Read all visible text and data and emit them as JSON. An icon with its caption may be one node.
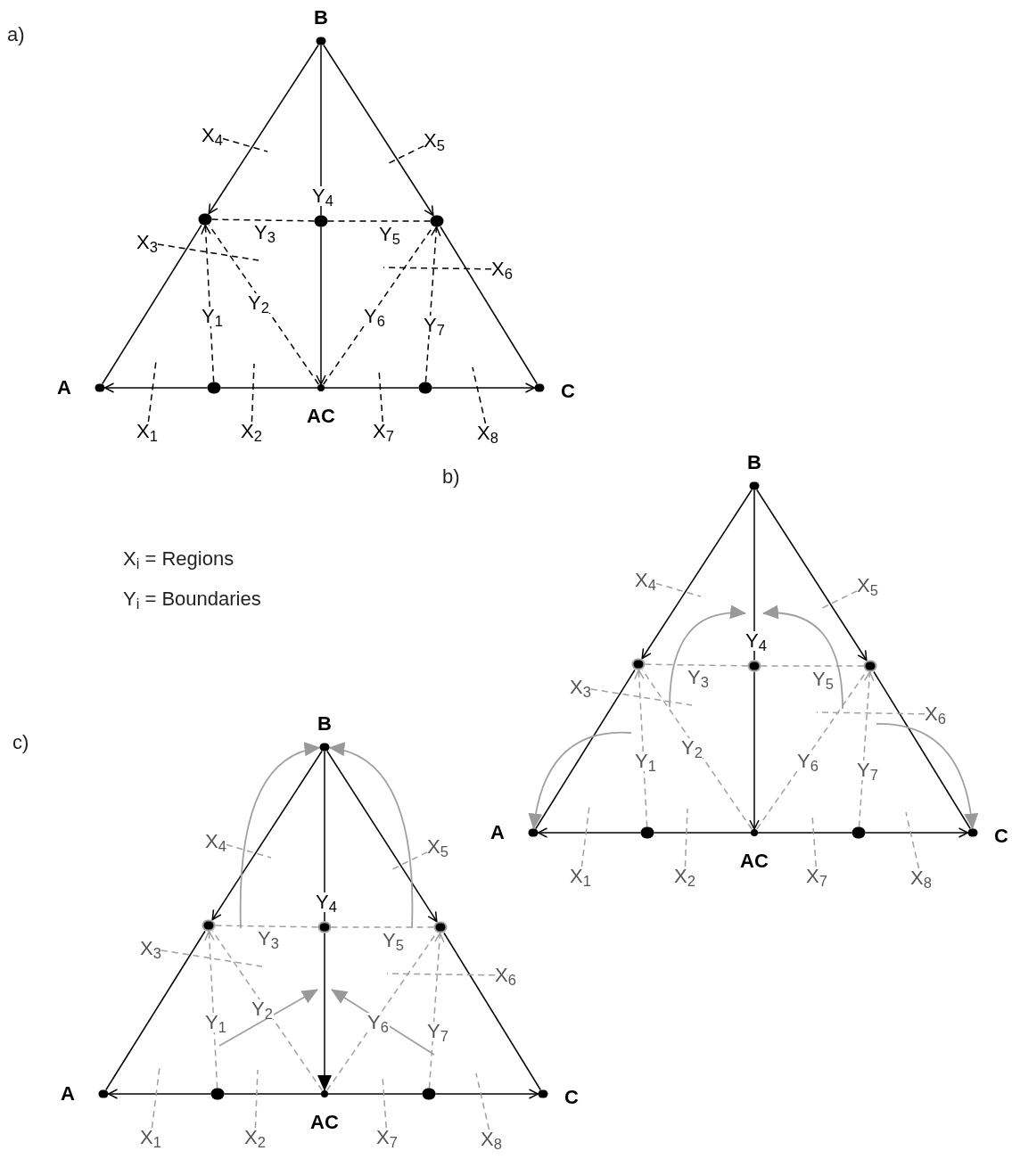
{
  "diagram": {
    "nodes": [
      {
        "text": [],
        "shape": "circle",
        "beside": [
          "B"
        ]
      },
      {
        "text": [],
        "shape": "circle",
        "beside": [
          "A"
        ]
      },
      {
        "text": [],
        "shape": "circle",
        "beside": [
          "C"
        ]
      },
      {
        "text": [],
        "shape": "circle",
        "beside": [
          "AC"
        ]
      },
      {
        "text": [],
        "shape": "circle"
      },
      {
        "text": [],
        "shape": "circle"
      },
      {
        "text": [],
        "shape": "circle"
      },
      {
        "text": [],
        "shape": "circle"
      },
      {
        "text": [],
        "shape": "circle"
      },
      {
        "text": [
          "X$_{1}$"
        ]
      },
      {
        "text": [
          "X$_{2}$"
        ]
      },
      {
        "text": [
          "X$_{3}$"
        ]
      },
      {
        "text": [
          "X$_{4}$"
        ]
      },
      {
        "text": [
          "X$_{5}$"
        ]
      },
      {
        "text": [
          "X$_{6}$"
        ]
      },
      {
        "text": [
          "X$_{7}$"
        ]
      },
      {
        "text": [
          "X$_{8}$"
        ]
      },
      {
        "text": [],
        "shape": "circle",
        "beside": [
          "B"
        ]
      },
      {
        "text": [],
        "shape": "circle",
        "beside": [
          "A"
        ]
      },
      {
        "text": [],
        "shape": "circle",
        "beside": [
          "C"
        ]
      },
      {
        "text": [],
        "shape": "circle",
        "beside": [
          "AC"
        ]
      },
      {
        "text": [],
        "shape": "circle"
      },
      {
        "text": [],
        "shape": "circle"
      },
      {
        "text": [],
        "shape": "circle"
      },
      {
        "text": [],
        "shape": "circle"
      },
      {
        "text": [],
        "shape": "circle"
      },
      {
        "text": [
          "X$_{1}$"
        ]
      },
      {
        "text": [
          "X$_{2}$"
        ]
      },
      {
        "text": [
          "X$_{3}$"
        ]
      },
      {
        "text": [
          "X$_{4}$"
        ]
      },
      {
        "text": [
          "X$_{5}$"
        ]
      },
      {
        "text": [
          "X$_{6}$"
        ]
      },
      {
        "text": [
          "X$_{7}$"
        ]
      },
      {
        "text": [
          "X$_{8}$"
        ]
      },
      {
        "text": [],
        "shape": "circle",
        "beside": [
          "B"
        ]
      },
      {
        "text": [],
        "shape": "circle",
        "beside": [
          "A"
        ]
      },
      {
        "text": [],
        "shape": "circle",
        "beside": [
          "C"
        ]
      },
      {
        "text": [],
        "shape": "circle",
        "beside": [
          "AC"
        ]
      },
      {
        "text": [],
        "shape": "circle"
      },
      {
        "text": [],
        "shape": "circle"
      },
      {
        "text": [],
        "shape": "circle"
      },
      {
        "text": [],
        "shape": "circle"
      },
      {
        "text": [],
        "shape": "circle"
      },
      {
        "text": [
          "X$_{1}$"
        ]
      },
      {
        "text": [
          "X$_{2}$"
        ]
      },
      {
        "text": [
          "X$_{3}$"
        ]
      },
      {
        "text": [
          "X$_{4}$"
        ]
      },
      {
        "text": [
          "X$_{5}$"
        ]
      },
      {
        "text": [
          "X$_{6}$"
        ]
      },
      {
        "text": [
          "X$_{7}$"
        ]
      },
      {
        "text": [
          "X$_{8}$"
        ]
      }
    ],
    "edges": [
      {
        "from": 0,
        "to": 4,
        "arrow": "to"
      },
      {
        "from": 4,
        "to": 1,
        "arrow": "none"
      },
      {
        "from": 0,
        "to": 6,
        "arrow": "to"
      },
      {
        "from": 6,
        "to": 2,
        "arrow": "none"
      },
      {
        "from": 3,
        "to": 7,
        "arrow": "none"
      },
      {
        "from": 7,
        "to": 1,
        "arrow": "to"
      },
      {
        "from": 3,
        "to": 8,
        "arrow": "none"
      },
      {
        "from": 8,
        "to": 2,
        "arrow": "to"
      },
      {
        "from": 0,
        "to": 5,
        "arrow": "none",
        "label": "Y$_{4}$"
      },
      {
        "from": 5,
        "to": 3,
        "arrow": "to"
      },
      {
        "from": 7,
        "to": 4,
        "arrow": "to",
        "label": "Y$_{1}$",
        "style": "dashed"
      },
      {
        "from": 3,
        "to": 4,
        "arrow": "none",
        "label": "Y$_{2}$",
        "style": "dashed"
      },
      {
        "from": 4,
        "to": 5,
        "arrow": "none",
        "label": "Y$_{3}$",
        "style": "dashed"
      },
      {
        "from": 5,
        "to": 6,
        "arrow": "none",
        "label": "Y$_{5}$",
        "style": "dashed"
      },
      {
        "from": 3,
        "to": 6,
        "arrow": "none",
        "label": "Y$_{6}$",
        "style": "dashed"
      },
      {
        "from": 8,
        "to": 6,
        "arrow": "to",
        "label": "Y$_{7}$",
        "style": "dashed"
      },
      {
        "from": 9,
        "to": null,
        "arrow": "none",
        "style": "dashed"
      },
      {
        "from": 10,
        "to": null,
        "arrow": "none",
        "style": "dashed"
      },
      {
        "from": 11,
        "to": null,
        "arrow": "none",
        "style": "dashed"
      },
      {
        "from": 12,
        "to": null,
        "arrow": "none",
        "style": "dashed"
      },
      {
        "from": 13,
        "to": null,
        "arrow": "none",
        "style": "dashed"
      },
      {
        "from": 14,
        "to": null,
        "arrow": "none",
        "style": "dashed"
      },
      {
        "from": 15,
        "to": null,
        "arrow": "none",
        "style": "dashed"
      },
      {
        "from": 16,
        "to": null,
        "arrow": "none",
        "style": "dashed"
      },
      {
        "from": 17,
        "to": 21,
        "arrow": "to"
      },
      {
        "from": 21,
        "to": 18,
        "arrow": "none"
      },
      {
        "from": 17,
        "to": 23,
        "arrow": "to"
      },
      {
        "from": 23,
        "to": 19,
        "arrow": "none"
      },
      {
        "from": 20,
        "to": 24,
        "arrow": "none"
      },
      {
        "from": 24,
        "to": 18,
        "arrow": "to"
      },
      {
        "from": 20,
        "to": 25,
        "arrow": "none"
      },
      {
        "from": 25,
        "to": 19,
        "arrow": "to"
      },
      {
        "from": 17,
        "to": 22,
        "arrow": "none",
        "label": "Y$_{4}$"
      },
      {
        "from": 22,
        "to": 20,
        "arrow": "to"
      },
      {
        "from": 24,
        "to": 21,
        "arrow": "to",
        "label": "Y$_{1}$",
        "style": "dashed",
        "color": "#a0a0a0"
      },
      {
        "from": 20,
        "to": 21,
        "arrow": "none",
        "label": "Y$_{2}$",
        "style": "dashed",
        "color": "#a0a0a0"
      },
      {
        "from": 21,
        "to": 22,
        "arrow": "none",
        "label": "Y$_{3}$",
        "style": "dashed",
        "color": "#a0a0a0"
      },
      {
        "from": 22,
        "to": 23,
        "arrow": "none",
        "label": "Y$_{5}$",
        "style": "dashed",
        "color": "#a0a0a0"
      },
      {
        "from": 20,
        "to": 23,
        "arrow": "none",
        "label": "Y$_{6}$",
        "style": "dashed",
        "color": "#a0a0a0"
      },
      {
        "from": 25,
        "to": 23,
        "arrow": "to",
        "label": "Y$_{7}$",
        "style": "dashed",
        "color": "#a0a0a0"
      },
      {
        "from": 26,
        "to": null,
        "arrow": "none",
        "style": "dashed",
        "color": "#a0a0a0"
      },
      {
        "from": 27,
        "to": null,
        "arrow": "none",
        "style": "dashed",
        "color": "#a0a0a0"
      },
      {
        "from": 28,
        "to": null,
        "arrow": "none",
        "style": "dashed",
        "color": "#a0a0a0"
      },
      {
        "from": 29,
        "to": null,
        "arrow": "none",
        "style": "dashed",
        "color": "#a0a0a0"
      },
      {
        "from": 30,
        "to": null,
        "arrow": "none",
        "style": "dashed",
        "color": "#a0a0a0"
      },
      {
        "from": 31,
        "to": null,
        "arrow": "none",
        "style": "dashed",
        "color": "#a0a0a0"
      },
      {
        "from": 32,
        "to": null,
        "arrow": "none",
        "style": "dashed",
        "color": "#a0a0a0"
      },
      {
        "from": 33,
        "to": null,
        "arrow": "none",
        "style": "dashed",
        "color": "#a0a0a0"
      },
      {
        "from": null,
        "to": 18,
        "arrow": "to",
        "color": "#a0a0a0"
      },
      {
        "from": null,
        "to": 19,
        "arrow": "to",
        "color": "#a0a0a0"
      },
      {
        "from": 34,
        "to": 38,
        "arrow": "to"
      },
      {
        "from": 38,
        "to": 35,
        "arrow": "none"
      },
      {
        "from": 34,
        "to": 40,
        "arrow": "to"
      },
      {
        "from": 40,
        "to": 36,
        "arrow": "none"
      },
      {
        "from": 37,
        "to": 41,
        "arrow": "none"
      },
      {
        "from": 41,
        "to": 35,
        "arrow": "to"
      },
      {
        "from": 37,
        "to": 42,
        "arrow": "none"
      },
      {
        "from": 42,
        "to": 36,
        "arrow": "to"
      },
      {
        "from": 34,
        "to": 39,
        "arrow": "none",
        "label": "Y$_{4}$"
      },
      {
        "from": 39,
        "to": 37,
        "arrow": "to"
      },
      {
        "from": 41,
        "to": 38,
        "arrow": "to",
        "label": "Y$_{1}$",
        "style": "dashed",
        "color": "#a0a0a0"
      },
      {
        "from": 37,
        "to": 38,
        "arrow": "none",
        "label": "Y$_{2}$",
        "style": "dashed",
        "color": "#a0a0a0"
      },
      {
        "from": 38,
        "to": 39,
        "arrow": "none",
        "label": "Y$_{3}$",
        "style": "dashed",
        "color": "#a0a0a0"
      },
      {
        "from": 39,
        "to": 40,
        "arrow": "none",
        "label": "Y$_{5}$",
        "style": "dashed",
        "color": "#a0a0a0"
      },
      {
        "from": 37,
        "to": 40,
        "arrow": "none",
        "label": "Y$_{6}$",
        "style": "dashed",
        "color": "#a0a0a0"
      },
      {
        "from": 42,
        "to": 40,
        "arrow": "to",
        "label": "Y$_{7}$",
        "style": "dashed",
        "color": "#a0a0a0"
      },
      {
        "from": 43,
        "to": null,
        "arrow": "none",
        "style": "dashed",
        "color": "#a0a0a0"
      },
      {
        "from": 44,
        "to": null,
        "arrow": "none",
        "style": "dashed",
        "color": "#a0a0a0"
      },
      {
        "from": 45,
        "to": null,
        "arrow": "none",
        "style": "dashed",
        "color": "#a0a0a0"
      },
      {
        "from": 46,
        "to": null,
        "arrow": "none",
        "style": "dashed",
        "color": "#a0a0a0"
      },
      {
        "from": 47,
        "to": null,
        "arrow": "none",
        "style": "dashed",
        "color": "#a0a0a0"
      },
      {
        "from": 48,
        "to": null,
        "arrow": "none",
        "style": "dashed",
        "color": "#a0a0a0"
      },
      {
        "from": 49,
        "to": null,
        "arrow": "none",
        "style": "dashed",
        "color": "#a0a0a0"
      },
      {
        "from": 50,
        "to": null,
        "arrow": "none",
        "style": "dashed",
        "color": "#a0a0a0"
      },
      {
        "from": null,
        "to": 34,
        "arrow": "to",
        "color": "#a0a0a0"
      },
      {
        "from": null,
        "to": 34,
        "arrow": "to",
        "color": "#a0a0a0"
      }
    ],
    "labels": [
      "a)",
      "b)",
      "X$_{i}$ = Regions",
      "Y$_{i}$ = Boundaries",
      "c)"
    ]
  }
}
